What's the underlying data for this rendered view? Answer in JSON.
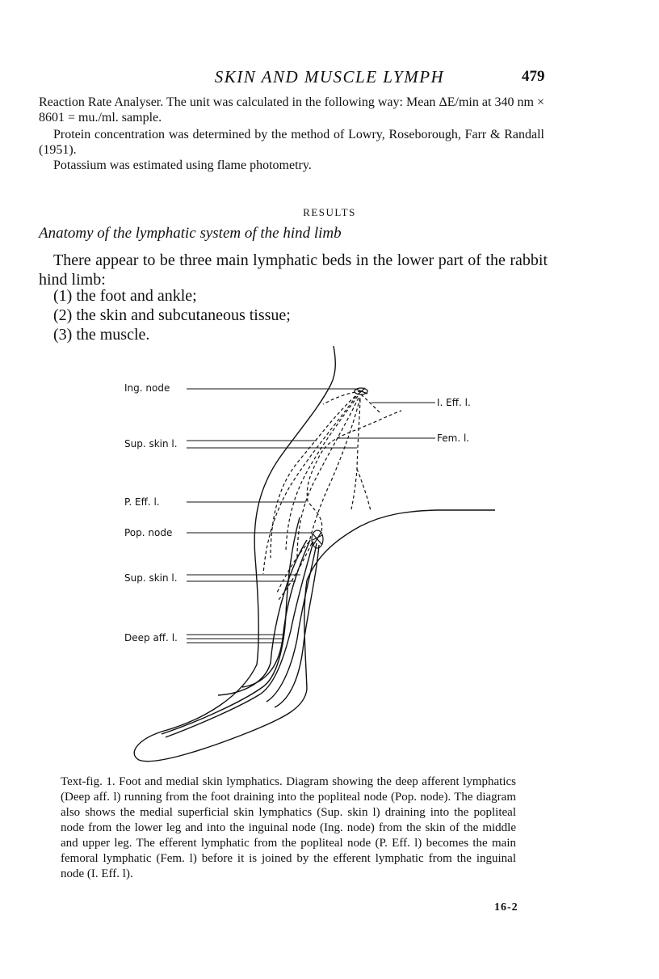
{
  "header": {
    "running_title": "SKIN AND MUSCLE LYMPH",
    "page_number": "479"
  },
  "body": {
    "para1": "Reaction Rate Analyser. The unit was calculated in the following way: Mean ΔE/min at 340 nm × 8601 = mu./ml. sample.",
    "para2": "Protein concentration was determined by the method of Lowry, Roseborough, Farr & Randall (1951).",
    "para3": "Potassium was estimated using flame photometry.",
    "section_heading": "RESULTS",
    "subsection_heading": "Anatomy of the lymphatic system of the hind limb",
    "intro": "There appear to be three main lymphatic beds in the lower part of the rabbit hind limb:",
    "list": [
      "(1) the foot and ankle;",
      "(2) the skin and subcutaneous tissue;",
      "(3) the muscle."
    ]
  },
  "figure": {
    "labels": {
      "ing_node": "Ing. node",
      "sup_skin_upper": "Sup. skin l.",
      "p_eff": "P. Eff. l.",
      "pop_node": "Pop. node",
      "sup_skin_lower": "Sup. skin l.",
      "deep_aff": "Deep aff. l.",
      "i_eff": "I. Eff. l.",
      "fem": "Fem. l."
    },
    "caption": "Text-fig. 1. Foot and medial skin lymphatics. Diagram showing the deep afferent lymphatics (Deep aff. l) running from the foot draining into the popliteal node (Pop. node). The diagram also shows the medial superficial skin lymphatics (Sup. skin l) draining into the popliteal node from the lower leg and into the inguinal node (Ing. node) from the skin of the middle and upper leg. The efferent lymphatic from the popliteal node (P. Eff. l) becomes the main femoral lymphatic (Fem. l) before it is joined by the efferent lymphatic from the inguinal node (I. Eff. l)."
  },
  "footer": {
    "signature": "16-2"
  }
}
